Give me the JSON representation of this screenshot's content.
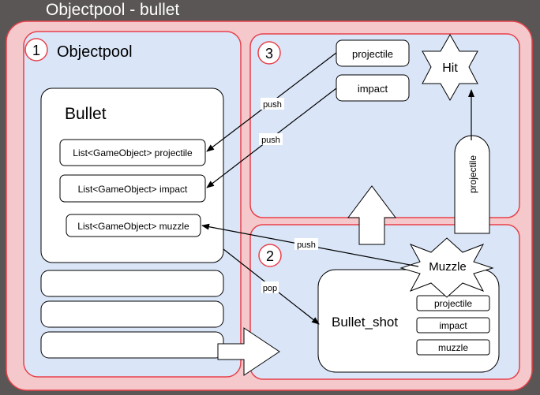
{
  "title": "Objectpool - bullet",
  "panel1": {
    "number": "1",
    "label": "Objectpool",
    "bullet": {
      "label": "Bullet",
      "lists": [
        "List<GameObject> projectile",
        "List<GameObject> impact",
        "List<GameObject> muzzle"
      ]
    }
  },
  "panel2": {
    "number": "2",
    "bullet_shot": {
      "label": "Bullet_shot",
      "items": [
        "projectile",
        "impact",
        "muzzle"
      ]
    },
    "muzzle_star": "Muzzle"
  },
  "panel3": {
    "number": "3",
    "boxes": [
      "projectile",
      "impact"
    ],
    "hit_star": "Hit",
    "projectile_tube": "projectile"
  },
  "edges": {
    "push_projectile": "push",
    "push_impact": "push",
    "push_muzzle": "push",
    "pop": "pop"
  },
  "colors": {
    "outer_fill": "#f5c9cc",
    "outer_stroke": "#e8414a",
    "panel_fill": "#dae6f8",
    "panel_stroke": "#e8414a",
    "background": "#5a5655"
  }
}
